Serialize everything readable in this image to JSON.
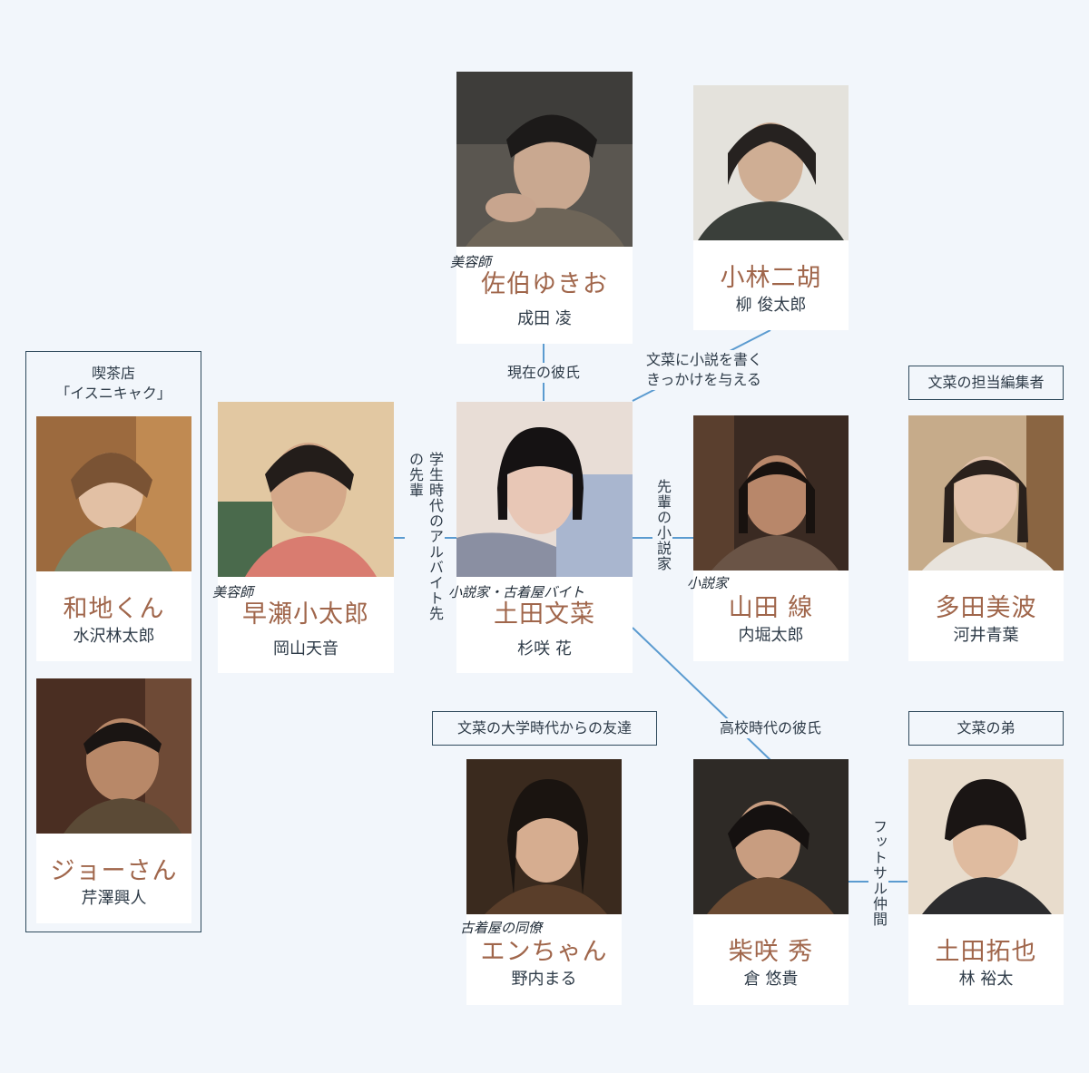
{
  "section_cafe": {
    "header_line1": "喫茶店",
    "header_line2": "「イスニキャク」"
  },
  "cards": [
    {
      "id": "saeki",
      "role": "美容師",
      "character": "佐伯ゆきお",
      "actor": "成田 凌"
    },
    {
      "id": "kobayashi",
      "role": "",
      "character": "小林二胡",
      "actor": "柳 俊太郎"
    },
    {
      "id": "wachi",
      "role": "",
      "character": "和地くん",
      "actor": "水沢林太郎"
    },
    {
      "id": "joe",
      "role": "",
      "character": "ジョーさん",
      "actor": "芹澤興人"
    },
    {
      "id": "hayase",
      "role": "美容師",
      "character": "早瀬小太郎",
      "actor": "岡山天音"
    },
    {
      "id": "tsuchida",
      "role": "小説家・古着屋バイト",
      "character": "土田文菜",
      "actor": "杉咲 花"
    },
    {
      "id": "yamada",
      "role": "小説家",
      "character": "山田 線",
      "actor": "内堀太郎"
    },
    {
      "id": "tada",
      "role": "",
      "character": "多田美波",
      "actor": "河井青葉"
    },
    {
      "id": "en",
      "role": "古着屋の同僚",
      "character": "エンちゃん",
      "actor": "野内まる"
    },
    {
      "id": "shibasaki",
      "role": "",
      "character": "柴咲 秀",
      "actor": "倉 悠貴"
    },
    {
      "id": "takuya",
      "role": "",
      "character": "土田拓也",
      "actor": "林 裕太"
    }
  ],
  "labels": {
    "boyfriend_now": "現在の彼氏",
    "novel_trigger_line1": "文菜に小説を書く",
    "novel_trigger_line2": "きっかけを与える",
    "part_time_senpai": "学生時代のアルバイト先の先輩",
    "novel_senpai": "先輩の小説家",
    "hs_boyfriend": "高校時代の彼氏",
    "futsal": "フットサル仲間",
    "editor_box": "文菜の担当編集者",
    "friend_box": "文菜の大学時代からの友達",
    "brother_box": "文菜の弟"
  },
  "colors": {
    "name": "#a0664b",
    "text": "#2e3b48",
    "line": "#5b9bd0",
    "border": "#2f4a5c",
    "bg": "#f2f6fb"
  }
}
